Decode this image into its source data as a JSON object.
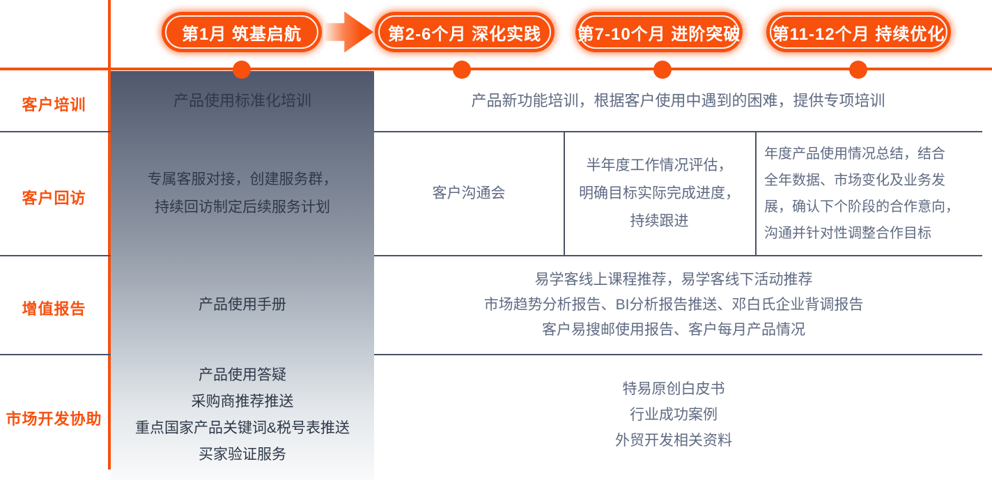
{
  "theme": {
    "accent_orange": "#f8500d",
    "divider_slate": "#4a5365",
    "body_text": "#5f6a82",
    "column1_text": "#2e3848",
    "pill_text": "#ffffff",
    "gray_column_gradient_top": "#4e576b",
    "gray_column_gradient_bottom": "#f9fafb"
  },
  "timeline": {
    "phases": [
      {
        "label": "第1月 筑基启航"
      },
      {
        "label": "第2-6个月 深化实践"
      },
      {
        "label": "第7-10个月 进阶突破"
      },
      {
        "label": "第11-12个月 持续优化"
      }
    ]
  },
  "rows": [
    {
      "label": "客户培训",
      "col1": "产品使用标准化培训",
      "merged": "产品新功能培训，根据客户使用中遇到的困难，提供专项培训"
    },
    {
      "label": "客户回访",
      "col1": "专属客服对接，创建服务群，\n持续回访制定后续服务计划",
      "col2": "客户沟通会",
      "col3": "半年度工作情况评估，\n明确目标实际完成进度，\n持续跟进",
      "col4": "年度产品使用情况总结，结合\n全年数据、市场变化及业务发\n展，确认下个阶段的合作意向，\n沟通并针对性调整合作目标"
    },
    {
      "label": "增值报告",
      "col1": "产品使用手册",
      "merged": "易学客线上课程推荐，易学客线下活动推荐\n市场趋势分析报告、BI分析报告推送、邓白氏企业背调报告\n客户易搜邮使用报告、客户每月产品情况"
    },
    {
      "label": "市场开发协助",
      "col1": "产品使用答疑\n采购商推荐推送\n重点国家产品关键词&税号表推送\n买家验证服务",
      "merged": "特易原创白皮书\n行业成功案例\n外贸开发相关资料"
    }
  ]
}
